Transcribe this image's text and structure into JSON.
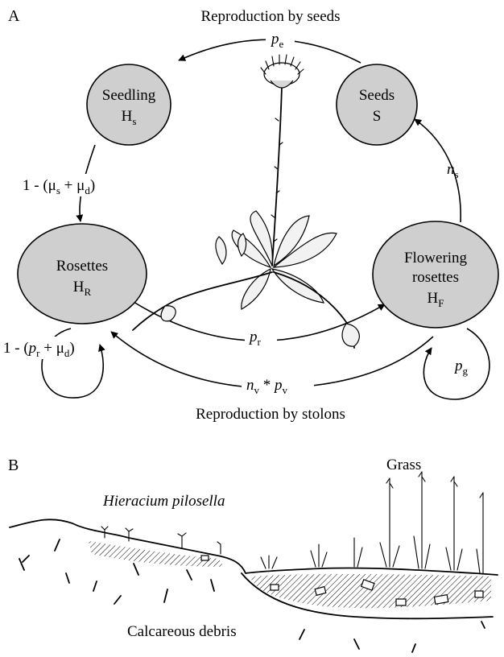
{
  "panel_a": {
    "label": "A",
    "title_top": "Reproduction by seeds",
    "title_bottom": "Reproduction by stolons",
    "nodes": {
      "seedling": {
        "name": "Seedling",
        "sym": "H",
        "sub": "s"
      },
      "seeds": {
        "name": "Seeds",
        "sym": "S"
      },
      "rosettes": {
        "name": "Rosettes",
        "sym": "H",
        "sub": "R"
      },
      "flowering": {
        "line1": "Flowering",
        "line2": "rosettes",
        "sym": "H",
        "sub": "F"
      }
    },
    "edges": {
      "pe": {
        "sym": "p",
        "sub": "e"
      },
      "ns": {
        "sym": "n",
        "sub": "s"
      },
      "survival": {
        "prefix": "1 - (",
        "mu1": "μ",
        "sub1": "s",
        "plus": " + ",
        "mu2": "μ",
        "sub2": "d",
        "suffix": ")"
      },
      "pr": {
        "sym": "p",
        "sub": "r"
      },
      "loop_r": {
        "prefix": "1 - (",
        "p": "p",
        "sub1": "r",
        "plus": " + ",
        "mu": "μ",
        "sub2": "d",
        "suffix": ")"
      },
      "pg": {
        "sym": "p",
        "sub": "g"
      },
      "nvpv": {
        "n": "n",
        "sub1": "v",
        "star": " * ",
        "p": "p",
        "sub2": "v"
      }
    },
    "colors": {
      "node_fill": "#cfcfcf",
      "ink": "#000000"
    }
  },
  "panel_b": {
    "label": "B",
    "species": "Hieracium pilosella",
    "grass": "Grass",
    "debris": "Calcareous debris"
  }
}
